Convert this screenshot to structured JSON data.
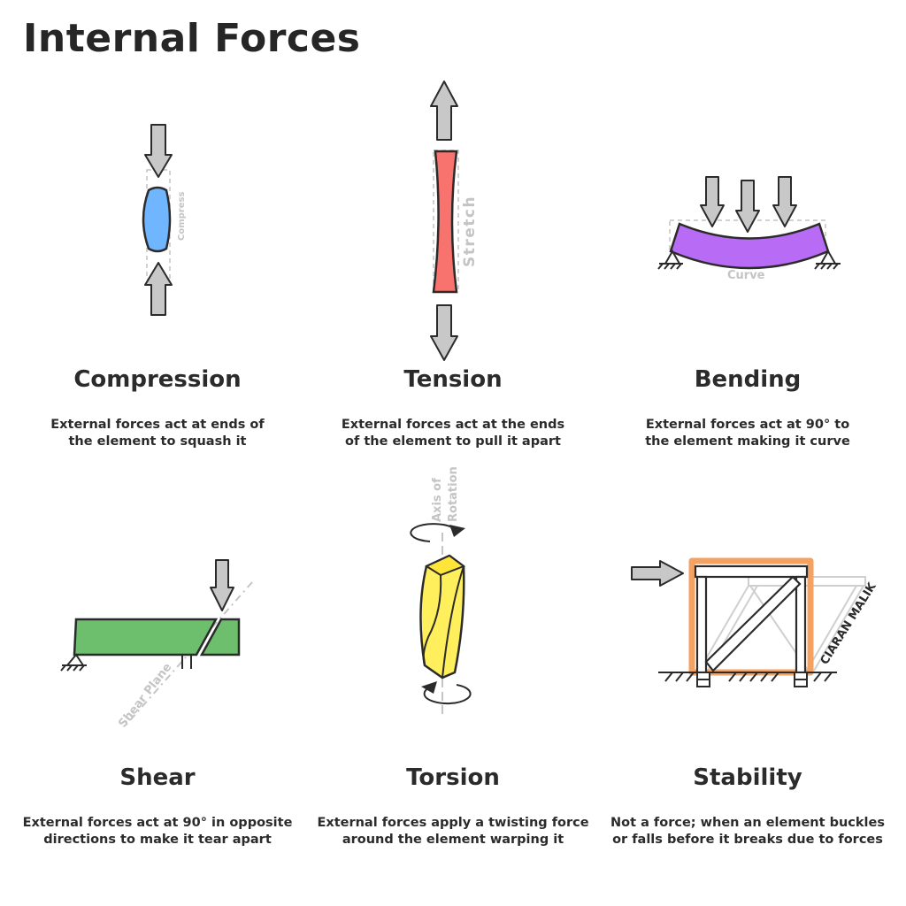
{
  "page": {
    "title": "Internal Forces",
    "credit": "CIARAN MALIK"
  },
  "cards": [
    {
      "title": "Compression",
      "desc": "External forces act at ends of the element to squash it",
      "label": "Compress"
    },
    {
      "title": "Tension",
      "desc": "External forces act at the ends of the element to pull it apart",
      "label": "Stretch"
    },
    {
      "title": "Bending",
      "desc": "External forces act at 90° to the element making it curve",
      "label": "Curve"
    },
    {
      "title": "Shear",
      "desc": "External forces act at 90° in opposite directions to make it tear apart",
      "label": "Shear Plane"
    },
    {
      "title": "Torsion",
      "desc": "External forces apply a twisting force around the element warping it",
      "label_line1": "Axis of",
      "label_line2": "Rotation"
    },
    {
      "title": "Stability",
      "desc": "Not a force; when an element buckles or falls before it breaks due to forces"
    }
  ],
  "colors": {
    "compression": "#6fb6ff",
    "tension": "#f8736d",
    "bending": "#b86cf5",
    "shear": "#6dbf6d",
    "torsion": "#ffef5c",
    "stability": "#f4a261",
    "arrow": "#c8c8c8",
    "outline": "#2b2b2b",
    "guide": "#c4c4c4"
  }
}
